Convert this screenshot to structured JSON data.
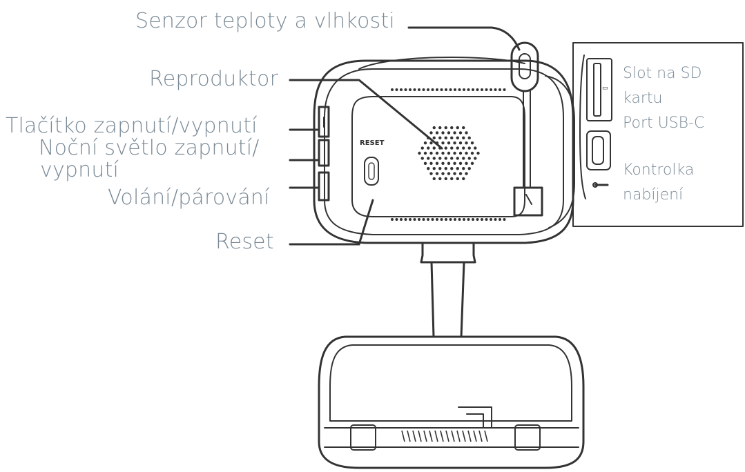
{
  "labels": {
    "sensor": "Senzor teploty a vlhkosti",
    "speaker": "Reproduktor",
    "power_button": "Tlačítko zapnutí/vypnutí",
    "night_light_1": "Noční světlo zapnutí/",
    "night_light_2": "vypnutí",
    "call_pair": "Volání/párování",
    "reset": "Reset",
    "sd_slot_1": "Slot na SD",
    "sd_slot_2": "kartu",
    "usb_port": "Port USB-C",
    "charge_1": "Kontrolka",
    "charge_2": "nabíjení"
  },
  "device_text": {
    "reset_marking": "RESET"
  },
  "colors": {
    "label_text": "#7a8a96",
    "line_art": "#333333",
    "background": "#ffffff"
  }
}
